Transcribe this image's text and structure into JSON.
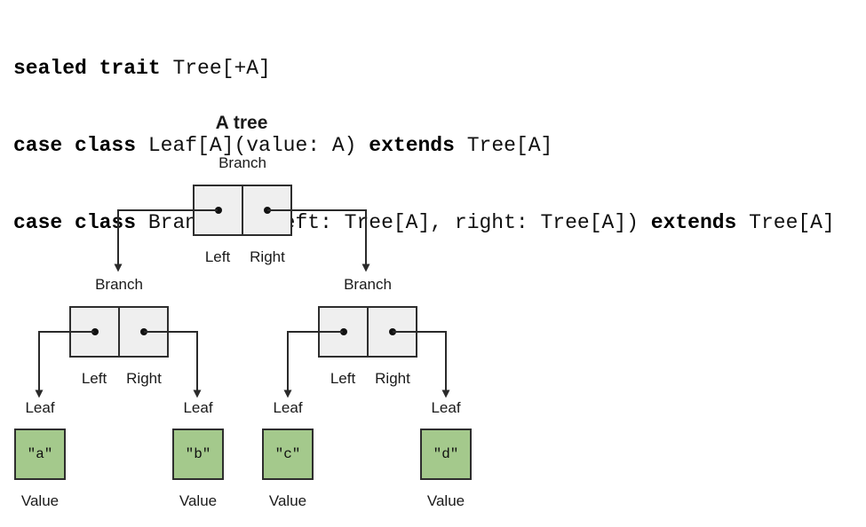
{
  "code": {
    "line1": {
      "keyword": "sealed trait",
      "rest": " Tree[+A]"
    },
    "line2": {
      "keyword1": "case class",
      "middle": " Leaf[A](value: A) ",
      "keyword2": "extends",
      "rest": " Tree[A]"
    },
    "line3": {
      "keyword1": "case class",
      "middle": " Branch[A](left: Tree[A], right: Tree[A]) ",
      "keyword2": "extends",
      "rest": " Tree[A]"
    }
  },
  "diagram": {
    "title": "A tree",
    "colors": {
      "node_fill": "#efefef",
      "node_border": "#2e2e2e",
      "leaf_fill": "#a4c98c",
      "line": "#2a2a2a",
      "text": "#1a1a1a"
    },
    "root": {
      "label": "Branch",
      "left_label": "Left",
      "right_label": "Right"
    },
    "left_branch": {
      "label": "Branch",
      "left_label": "Left",
      "right_label": "Right"
    },
    "right_branch": {
      "label": "Branch",
      "left_label": "Left",
      "right_label": "Right"
    },
    "leaves": [
      {
        "label": "Leaf",
        "value": "\"a\"",
        "caption": "Value"
      },
      {
        "label": "Leaf",
        "value": "\"b\"",
        "caption": "Value"
      },
      {
        "label": "Leaf",
        "value": "\"c\"",
        "caption": "Value"
      },
      {
        "label": "Leaf",
        "value": "\"d\"",
        "caption": "Value"
      }
    ]
  }
}
